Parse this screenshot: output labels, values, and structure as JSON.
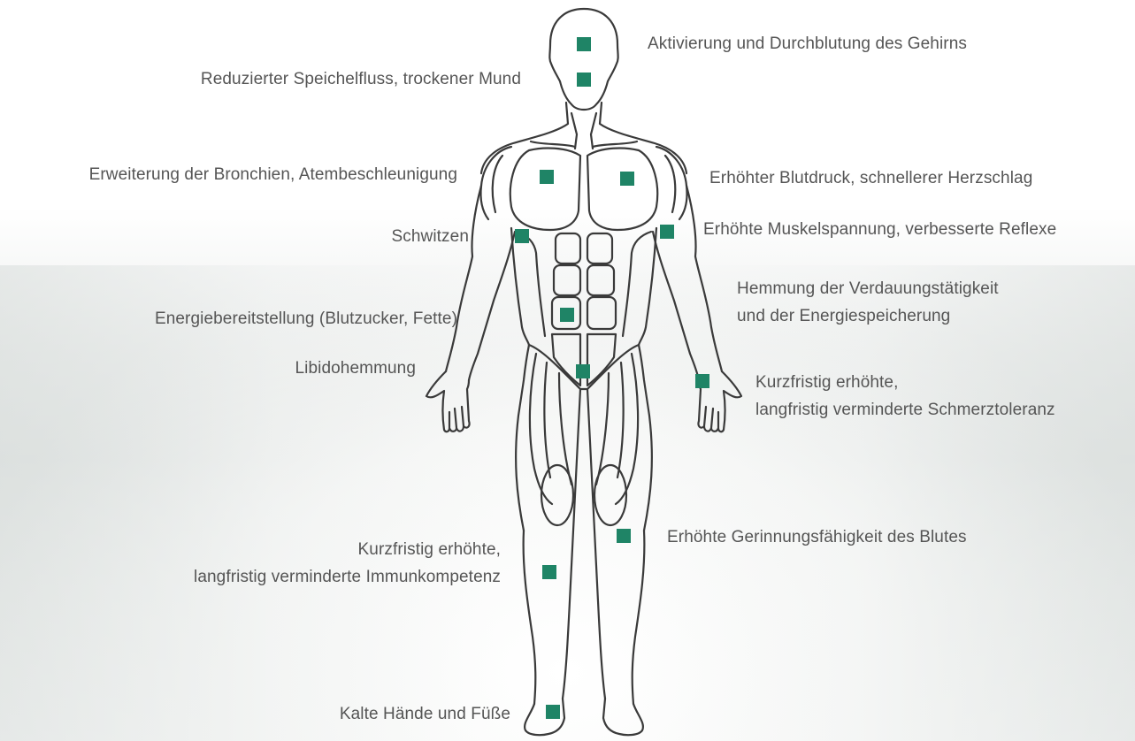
{
  "colors": {
    "marker": "#1f8466",
    "label_text": "#555555",
    "outline": "#3a3a3a"
  },
  "labels": {
    "brain": "Aktivierung und Durchblutung des Gehirns",
    "saliva": "Reduzierter Speichelfluss, trockener Mund",
    "bronchi": "Erweiterung der Bronchien, Atembeschleunigung",
    "heart": "Erhöhter Blutdruck, schnellerer Herzschlag",
    "sweat": "Schwitzen",
    "muscle": "Erhöhte Muskelspannung, verbesserte Reflexe",
    "digestion_line1": "Hemmung der Verdauungstätigkeit",
    "digestion_line2": "und der Energiespeicherung",
    "energy": "Energiebereitstellung (Blutzucker, Fette)",
    "libido": "Libidohemmung",
    "pain_line1": "Kurzfristig erhöhte,",
    "pain_line2": "langfristig verminderte Schmerztoleranz",
    "clotting": "Erhöhte Gerinnungsfähigkeit des Blutes",
    "immune_line1": "Kurzfristig erhöhte,",
    "immune_line2": "langfristig verminderte Immunkompetenz",
    "cold": "Kalte Hände und Füße"
  }
}
